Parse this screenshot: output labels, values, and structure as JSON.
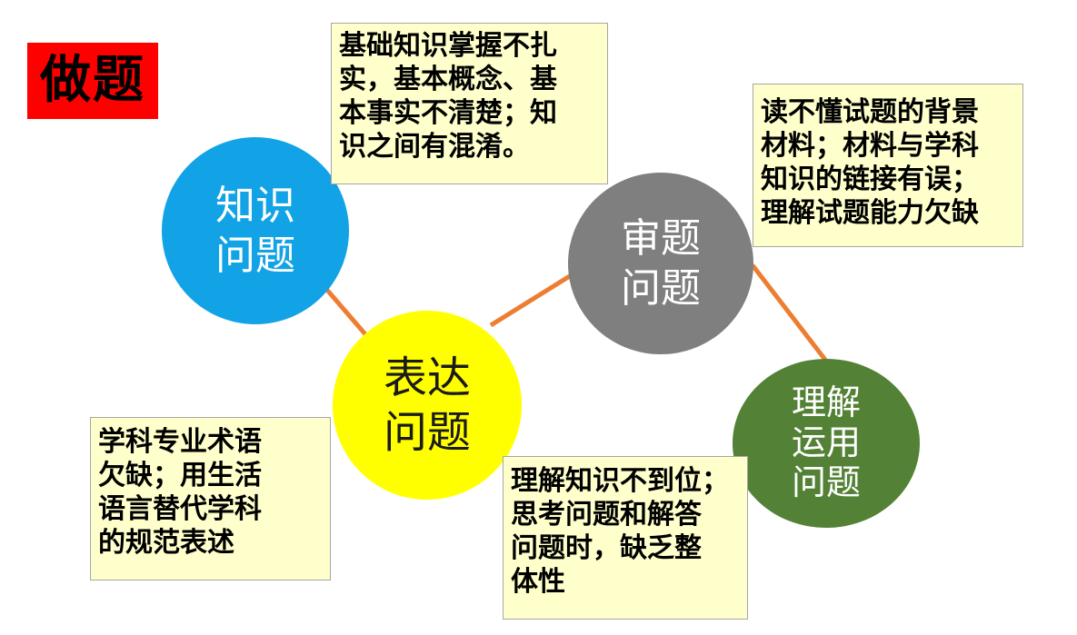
{
  "title": "做题",
  "colors": {
    "title_bg": "#ff0000",
    "knowledge_circle": "#12a3e6",
    "review_circle": "#7f7f7f",
    "expression_circle": "#ffff00",
    "application_circle": "#538135",
    "connector": "#ed7d31",
    "note_bg": "#ffffcc"
  },
  "nodes": {
    "knowledge": {
      "lines": [
        "知识",
        "问题"
      ]
    },
    "review": {
      "lines": [
        "审题",
        "问题"
      ]
    },
    "expression": {
      "lines": [
        "表达",
        "问题"
      ]
    },
    "application": {
      "lines": [
        "理解",
        "运用",
        "问题"
      ]
    }
  },
  "notes": {
    "knowledge": {
      "lines": [
        "基础知识掌握不扎",
        "实，基本概念、基",
        "本事实不清楚；知",
        "识之间有混淆。"
      ]
    },
    "review": {
      "lines": [
        "读不懂试题的背景",
        "材料；材料与学科",
        "知识的链接有误；",
        "理解试题能力欠缺"
      ]
    },
    "expression": {
      "lines": [
        "学科专业术语",
        "欠缺；用生活",
        "语言替代学科",
        "的规范表述"
      ]
    },
    "application": {
      "lines": [
        "理解知识不到位；",
        "思考问题和解答",
        "问题时，缺乏整",
        "体性"
      ]
    }
  },
  "edges": [
    {
      "from": "knowledge",
      "to": "expression"
    },
    {
      "from": "expression",
      "to": "review"
    },
    {
      "from": "review",
      "to": "application"
    }
  ]
}
